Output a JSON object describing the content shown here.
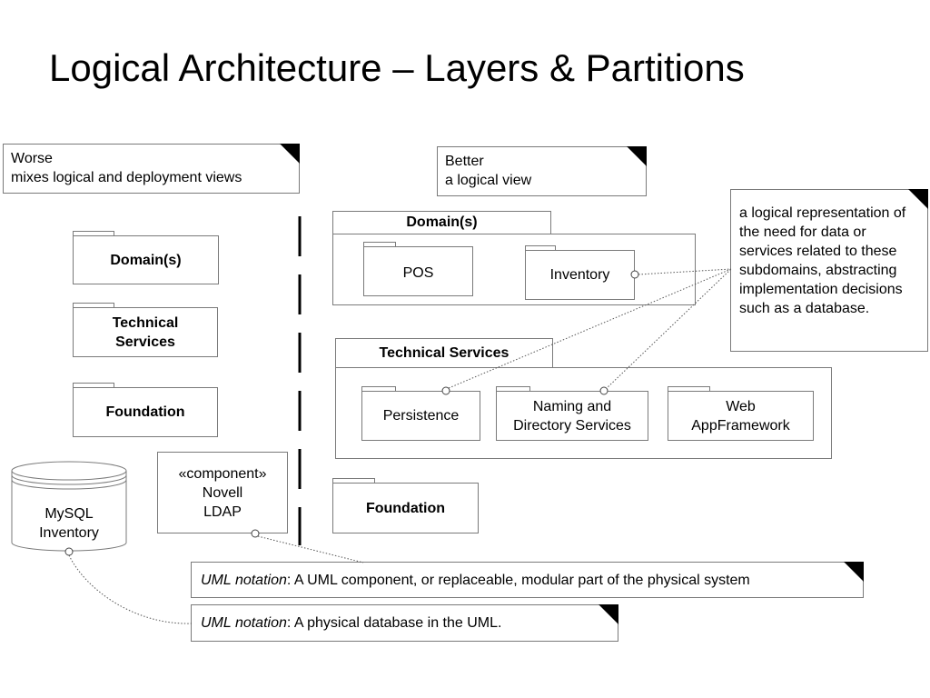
{
  "title": "Logical Architecture – Layers & Partitions",
  "worse_note": {
    "line1": "Worse",
    "line2": "mixes logical and deployment views"
  },
  "better_note": {
    "line1": "Better",
    "line2": "a logical view"
  },
  "left_packages": {
    "domain": "Domain(s)",
    "tech": "Technical Services",
    "foundation": "Foundation"
  },
  "right": {
    "domain_title": "Domain(s)",
    "pos": "POS",
    "inventory": "Inventory",
    "tech_title": "Technical Services",
    "persistence": "Persistence",
    "naming": "Naming and Directory Services",
    "web": "Web AppFramework",
    "foundation": "Foundation"
  },
  "side_note": "a logical representation of the need for data or services related to these subdomains, abstracting implementation decisions such as a database.",
  "database": {
    "line1": "MySQL",
    "line2": "Inventory"
  },
  "component": {
    "stereotype": "«component»",
    "line1": "Novell",
    "line2": "LDAP"
  },
  "uml_component_note": {
    "prefix": "UML notation",
    "text": ": A UML component, or replaceable, modular part of the physical system"
  },
  "uml_db_note": {
    "prefix": "UML notation",
    "text": ": A physical database in the UML."
  }
}
